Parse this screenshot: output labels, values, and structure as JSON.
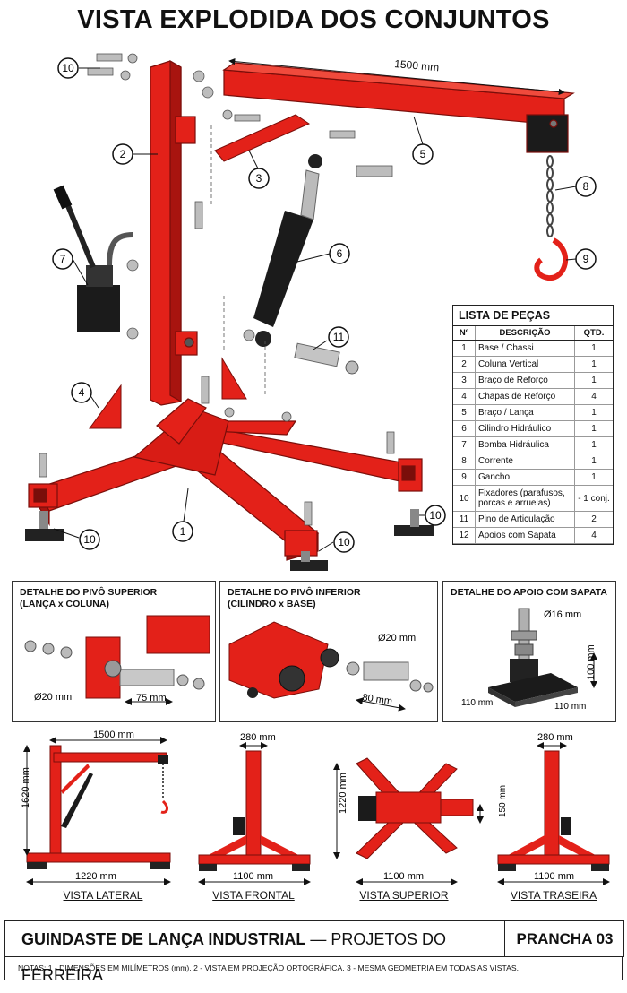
{
  "title": "VISTA EXPLODIDA DOS CONJUNTOS",
  "colors": {
    "red": "#e32119",
    "red_dark": "#a8140f",
    "black": "#1b1b1b",
    "steel": "#b9b9b9"
  },
  "dimensions": {
    "boom_length": "1500 mm",
    "pin_upper": "Ø20 mm",
    "pin_upper_len": "75 mm",
    "pin_lower": "Ø20 mm",
    "pin_lower_len": "80 mm",
    "foot_thread": "Ø16 mm",
    "foot_height": "100 mm",
    "foot_w1": "110 mm",
    "foot_w2": "110 mm",
    "side_width": "1500 mm",
    "side_height": "1620 mm",
    "side_base": "1220 mm",
    "front_top": "280 mm",
    "front_base": "1100 mm",
    "top_height": "1220 mm",
    "top_base": "1100 mm",
    "top_inner": "150 mm",
    "rear_top": "280 mm",
    "rear_base": "1100 mm"
  },
  "callouts": [
    "10",
    "2",
    "3",
    "5",
    "8",
    "9",
    "7",
    "6",
    "11",
    "4",
    "1",
    "10",
    "10",
    "10"
  ],
  "parts_table": {
    "title": "LISTA DE PEÇAS",
    "headers": [
      "Nº",
      "DESCRIÇÃO",
      "QTD."
    ],
    "rows": [
      {
        "n": "1",
        "desc": "Base / Chassi",
        "qty": "1"
      },
      {
        "n": "2",
        "desc": "Coluna Vertical",
        "qty": "1"
      },
      {
        "n": "3",
        "desc": "Braço de Reforço",
        "qty": "1"
      },
      {
        "n": "4",
        "desc": "Chapas de Reforço",
        "qty": "4"
      },
      {
        "n": "5",
        "desc": "Braço / Lança",
        "qty": "1"
      },
      {
        "n": "6",
        "desc": "Cilindro Hidráulico",
        "qty": "1"
      },
      {
        "n": "7",
        "desc": "Bomba Hidráulica",
        "qty": "1"
      },
      {
        "n": "8",
        "desc": "Corrente",
        "qty": "1"
      },
      {
        "n": "9",
        "desc": "Gancho",
        "qty": "1"
      },
      {
        "n": "10",
        "desc": "Fixadores (parafusos, porcas e arruelas)",
        "qty": "- 1 conj."
      },
      {
        "n": "11",
        "desc": "Pino de Articulação",
        "qty": "2"
      },
      {
        "n": "12",
        "desc": "Apoios com Sapata",
        "qty": "4"
      }
    ]
  },
  "details": {
    "upper": "DETALHE DO PIVÔ SUPERIOR\n(LANÇA x COLUNA)",
    "lower": "DETALHE DO PIVÔ INFERIOR\n(CILINDRO x BASE)",
    "foot": "DETALHE DO APOIO COM SAPATA"
  },
  "views": {
    "side": "VISTA LATERAL",
    "front": "VISTA FRONTAL",
    "top": "VISTA SUPERIOR",
    "rear": "VISTA TRASEIRA"
  },
  "title_block": {
    "name": "GUINDASTE DE LANÇA INDUSTRIAL",
    "sep": " — ",
    "author": "PROJETOS DO FERREIRA",
    "sheet": "PRANCHA 03"
  },
  "notes": "NOTAS:  1 - DIMENSÕES EM MILÍMETROS (mm).    2 - VISTA EM PROJEÇÃO ORTOGRÁFICA.    3 - MESMA GEOMETRIA EM TODAS AS VISTAS."
}
